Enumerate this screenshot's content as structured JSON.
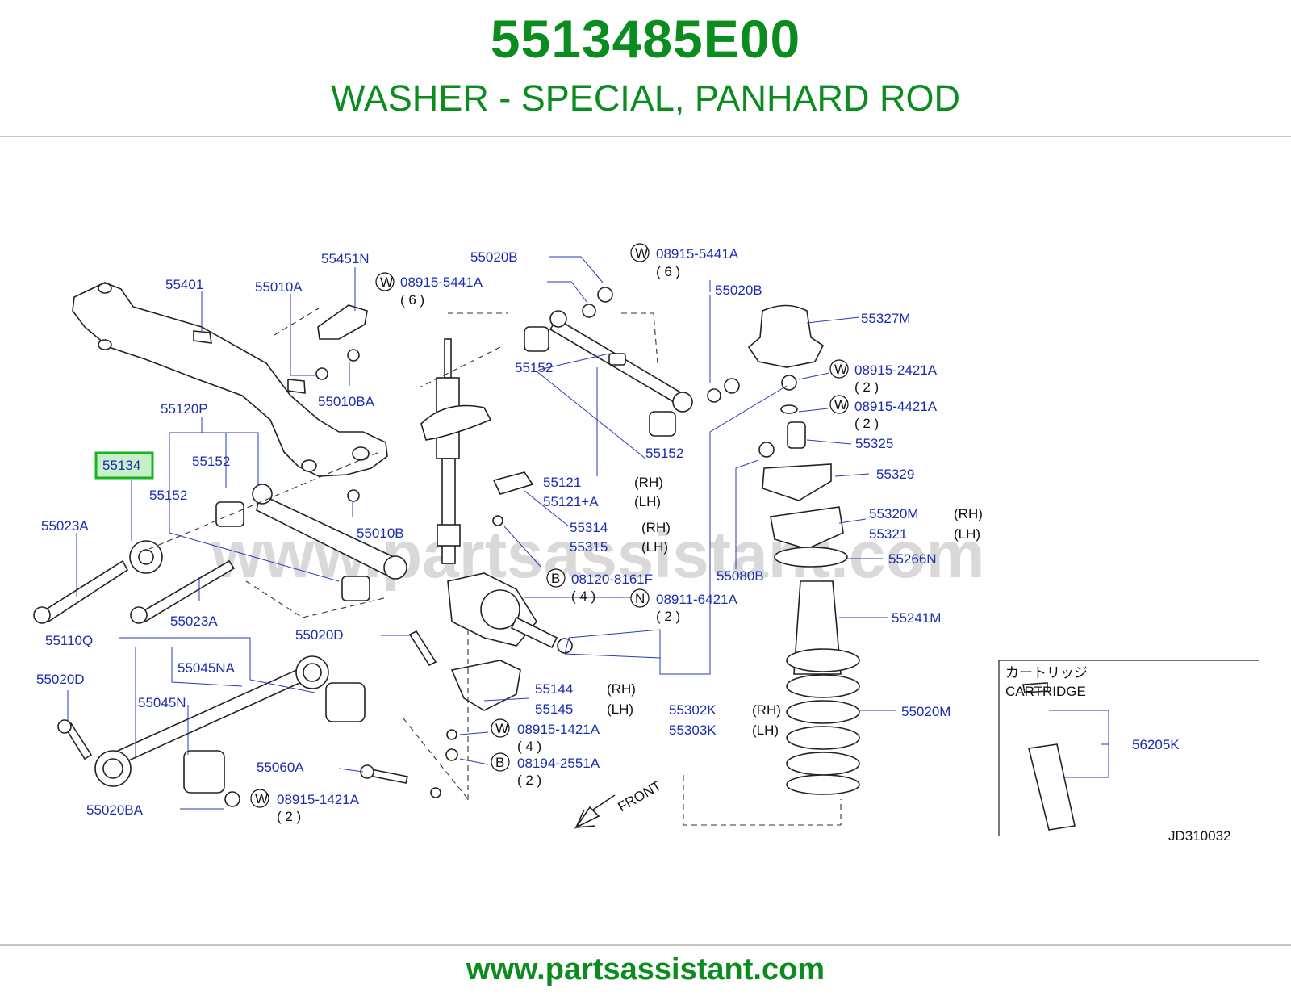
{
  "header": {
    "part_number": "5513485E00",
    "description": "WASHER - SPECIAL, PANHARD ROD"
  },
  "footer": {
    "url": "www.partsassistant.com"
  },
  "diagram": {
    "watermark": "www.partsassistant.com",
    "code": "JD310032",
    "front_label": "FRONT",
    "highlight": "55134",
    "labels": {
      "l55401": "55401",
      "l55010A": "55010A",
      "l55451N": "55451N",
      "l55020B_a": "55020B",
      "l55020B_b": "55020B",
      "l55327M": "55327M",
      "l55010BA": "55010BA",
      "l55120P": "55120P",
      "l55152_a": "55152",
      "l55152_b": "55152",
      "l55152_c": "55152",
      "l55152_d": "55152",
      "l55134": "55134",
      "l55023A_a": "55023A",
      "l55023A_b": "55023A",
      "l55010B": "55010B",
      "l55121": "55121",
      "l55121A": "55121+A",
      "l55314": "55314",
      "l55315": "55315",
      "l55110Q": "55110Q",
      "l55020D_a": "55020D",
      "l55020D_b": "55020D",
      "l55045NA": "55045NA",
      "l55045N": "55045N",
      "l55060A": "55060A",
      "l55020BA": "55020BA",
      "l55144": "55144",
      "l55145": "55145",
      "l55302K": "55302K",
      "l55303K": "55303K",
      "l55325": "55325",
      "l55329": "55329",
      "l55320M": "55320M",
      "l55321": "55321",
      "l55266N": "55266N",
      "l55080B": "55080B",
      "l55241M": "55241M",
      "l55020M": "55020M",
      "l56205K": "56205K"
    },
    "fasteners": {
      "f1": {
        "symbol": "W",
        "part": "08915-5441A",
        "qty": "( 6 )"
      },
      "f2": {
        "symbol": "W",
        "part": "08915-5441A",
        "qty": "( 6 )"
      },
      "f3": {
        "symbol": "W",
        "part": "08915-2421A",
        "qty": "( 2 )"
      },
      "f4": {
        "symbol": "W",
        "part": "08915-4421A",
        "qty": "( 2 )"
      },
      "f5": {
        "symbol": "B",
        "part": "08120-8161F",
        "qty": "( 4 )"
      },
      "f6": {
        "symbol": "N",
        "part": "08911-6421A",
        "qty": "( 2 )"
      },
      "f7": {
        "symbol": "W",
        "part": "08915-1421A",
        "qty": "( 4 )"
      },
      "f8": {
        "symbol": "B",
        "part": "08194-2551A",
        "qty": "( 2 )"
      },
      "f9": {
        "symbol": "W",
        "part": "08915-1421A",
        "qty": "( 2 )"
      }
    },
    "sides": {
      "rh": "(RH)",
      "lh": "(LH)"
    },
    "cartridge": {
      "jp": "カートリッジ",
      "en": "CARTRIDGE"
    }
  }
}
